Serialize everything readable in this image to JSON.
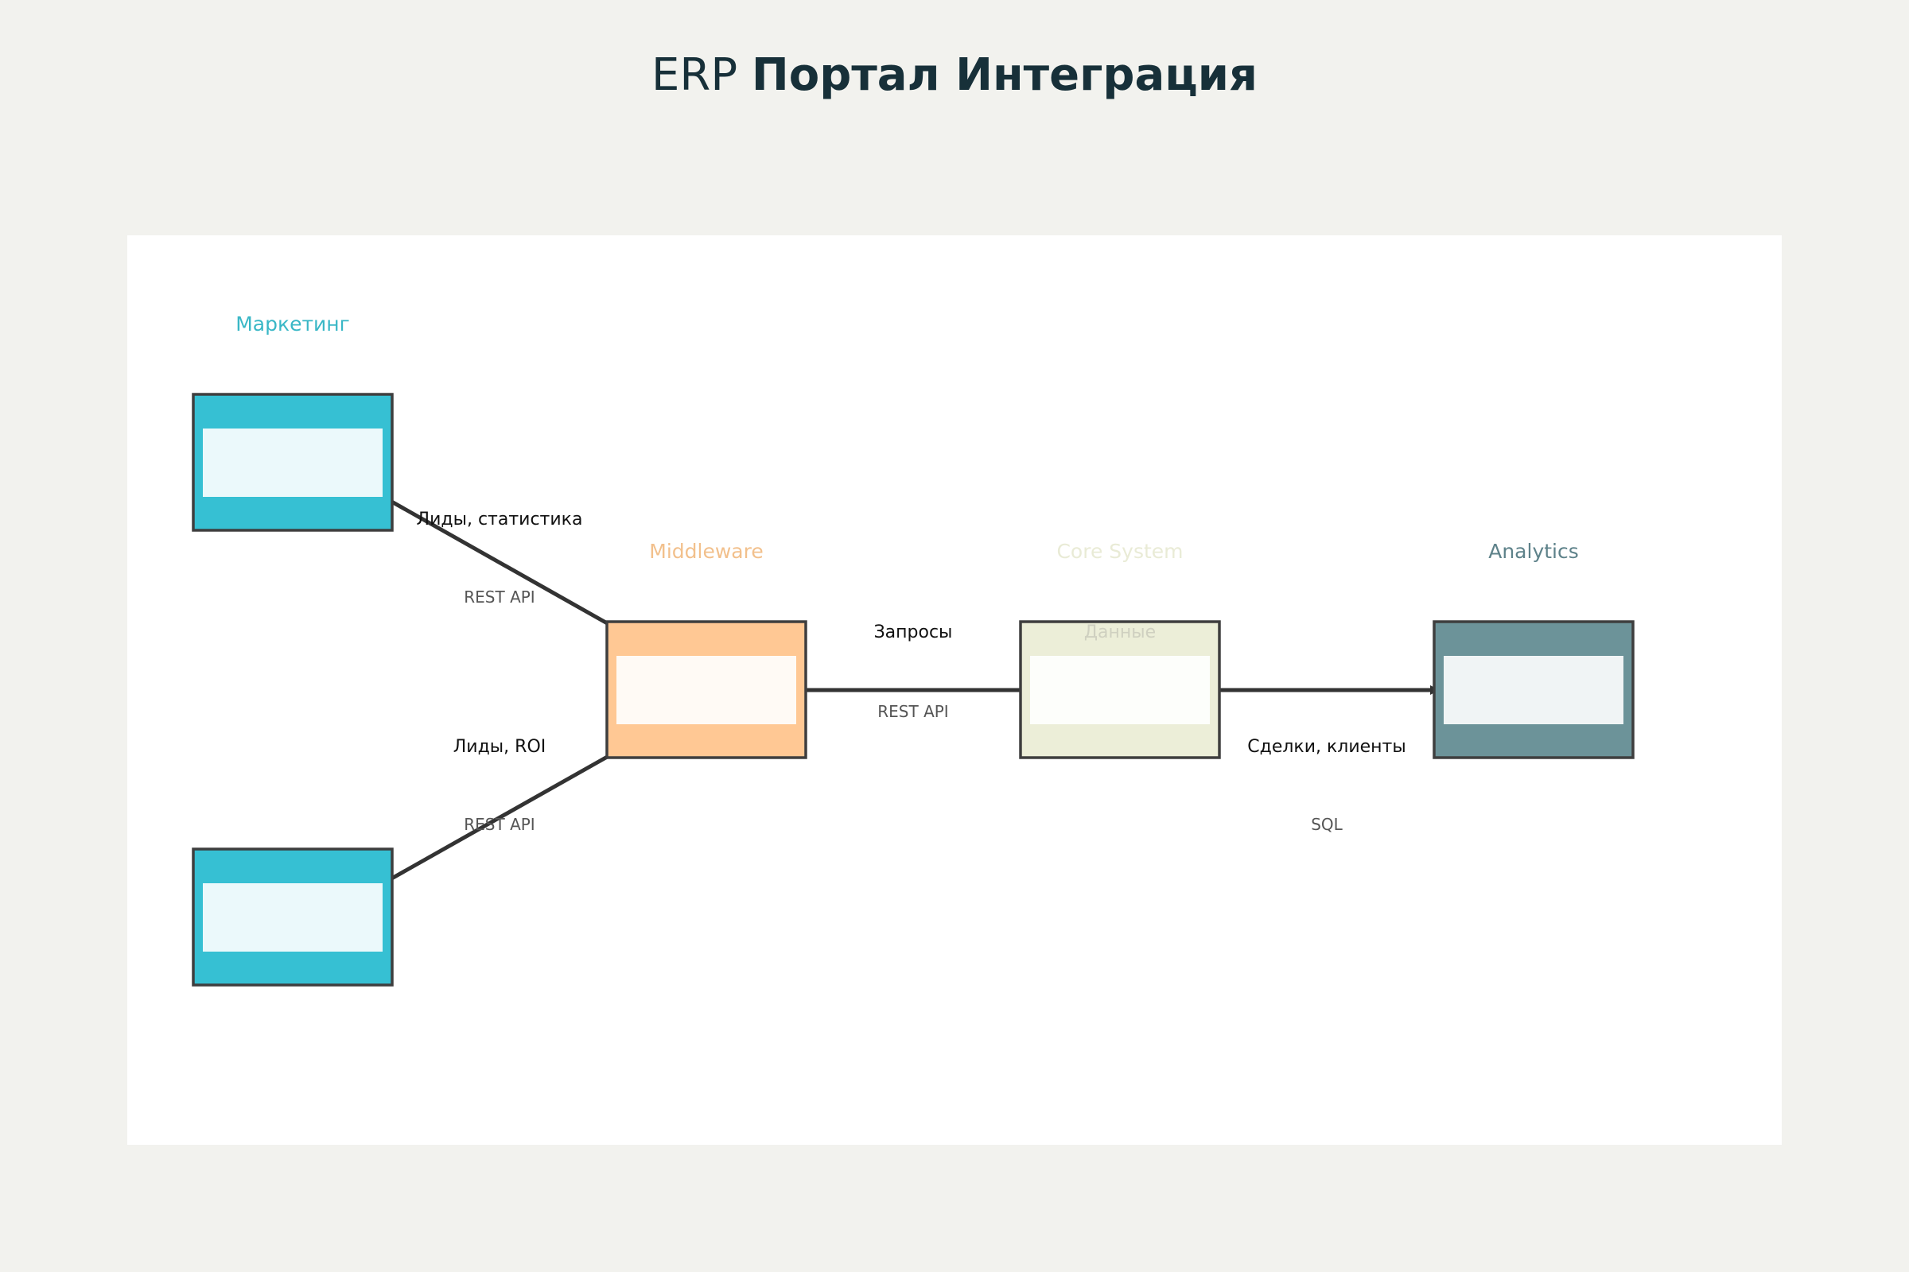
{
  "title": {
    "prefix": "ERP",
    "main": "Портал Интеграция"
  },
  "lanes": [
    {
      "id": "marketing",
      "label": "Маркетинг",
      "color": "#39b7c6"
    },
    {
      "id": "middleware",
      "label": "Middleware",
      "color": "#f2c08c"
    },
    {
      "id": "core",
      "label": "Core System",
      "color": "#e9ebd6"
    },
    {
      "id": "analytics",
      "label": "Analytics",
      "color": "#5e828a"
    }
  ],
  "nodes": [
    {
      "id": "mkt1",
      "lane": "marketing",
      "fill": "#36c0d3"
    },
    {
      "id": "mkt2",
      "lane": "marketing",
      "fill": "#36c0d3"
    },
    {
      "id": "mw",
      "lane": "middleware",
      "fill": "#ffc894"
    },
    {
      "id": "core",
      "lane": "core",
      "fill": "#eceed8"
    },
    {
      "id": "an",
      "lane": "analytics",
      "fill": "#6c9399"
    }
  ],
  "edges": [
    {
      "id": "e1",
      "from": "mkt1",
      "to": "mw",
      "label": "Лиды, статистика",
      "protocol": "REST API"
    },
    {
      "id": "e2",
      "from": "mkt2",
      "to": "mw",
      "label": "Лиды, ROI",
      "protocol": "REST API"
    },
    {
      "id": "e3",
      "from": "mw",
      "to": "core",
      "label": "Запросы",
      "protocol": "REST API"
    },
    {
      "id": "e4",
      "from": "core",
      "to": "an",
      "label": "Сделки, клиенты",
      "protocol": "SQL"
    }
  ],
  "core_note": "Данные",
  "colors": {
    "edge": "#333333",
    "node_border": "#3e3e3e",
    "title": "#173039"
  }
}
